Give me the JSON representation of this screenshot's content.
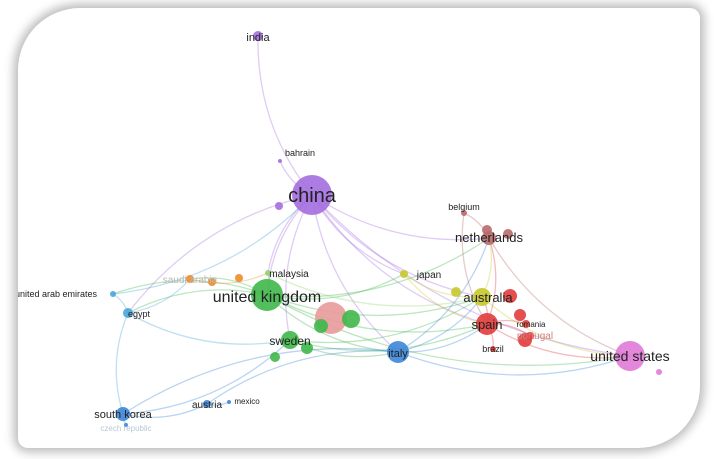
{
  "network": {
    "nodes": [
      {
        "id": "india",
        "label": "india",
        "color": "#a46ee0",
        "size": 5
      },
      {
        "id": "bahrain",
        "label": "bahrain",
        "color": "#a46ee0",
        "size": 2
      },
      {
        "id": "china",
        "label": "china",
        "color": "#a46ee0",
        "size": 20
      },
      {
        "id": "belgium",
        "label": "belgium",
        "color": "#b86a6a",
        "size": 3
      },
      {
        "id": "netherlands",
        "label": "netherlands",
        "color": "#b86a6a",
        "size": 7
      },
      {
        "id": "saudi arabia",
        "label": "saudi arabia",
        "color": "#f08b2a",
        "size": 4
      },
      {
        "id": "malaysia",
        "label": "malaysia",
        "color": "#8fd46a",
        "size": 3
      },
      {
        "id": "japan",
        "label": "japan",
        "color": "#c8c82e",
        "size": 4
      },
      {
        "id": "united arab emirates",
        "label": "united arab emirates",
        "color": "#4aa6d8",
        "size": 3
      },
      {
        "id": "united kingdom",
        "label": "united kingdom",
        "color": "#3fb84a",
        "size": 16
      },
      {
        "id": "australia",
        "label": "australia",
        "color": "#c8c82e",
        "size": 9
      },
      {
        "id": "egypt",
        "label": "egypt",
        "color": "#4aa6d8",
        "size": 5
      },
      {
        "id": "spain",
        "label": "spain",
        "color": "#e23c3c",
        "size": 11
      },
      {
        "id": "romania",
        "label": "romania",
        "color": "#e23c3c",
        "size": 4
      },
      {
        "id": "portugal",
        "label": "portugal",
        "color": "#e23c3c",
        "size": 4
      },
      {
        "id": "sweden",
        "label": "sweden",
        "color": "#3fb84a",
        "size": 9
      },
      {
        "id": "italy",
        "label": "italy",
        "color": "#3d86d8",
        "size": 11
      },
      {
        "id": "brazil",
        "label": "brazil",
        "color": "#e23c3c",
        "size": 3
      },
      {
        "id": "united states",
        "label": "united states",
        "color": "#e07ad6",
        "size": 15
      },
      {
        "id": "austria",
        "label": "austria",
        "color": "#3d86d8",
        "size": 4
      },
      {
        "id": "mexico",
        "label": "mexico",
        "color": "#3d86d8",
        "size": 2
      },
      {
        "id": "south korea",
        "label": "south korea",
        "color": "#3d86d8",
        "size": 7
      },
      {
        "id": "czech republic",
        "label": "czech republic",
        "color": "#3d86d8",
        "size": 2
      }
    ],
    "unlabeled_nodes": [
      {
        "color": "#e89a9a",
        "size": 16
      },
      {
        "color": "#3fb84a",
        "size": 9
      },
      {
        "color": "#3fb84a",
        "size": 7
      },
      {
        "color": "#3fb84a",
        "size": 6
      },
      {
        "color": "#3fb84a",
        "size": 5
      },
      {
        "color": "#a46ee0",
        "size": 4
      },
      {
        "color": "#f08b2a",
        "size": 4
      },
      {
        "color": "#f08b2a",
        "size": 4
      },
      {
        "color": "#b86a6a",
        "size": 5
      },
      {
        "color": "#b86a6a",
        "size": 5
      },
      {
        "color": "#e23c3c",
        "size": 7
      },
      {
        "color": "#e23c3c",
        "size": 6
      },
      {
        "color": "#e23c3c",
        "size": 7
      },
      {
        "color": "#c8c82e",
        "size": 5
      },
      {
        "color": "#e07ad6",
        "size": 3
      }
    ],
    "edges": [
      [
        "india",
        "china"
      ],
      [
        "bahrain",
        "china"
      ],
      [
        "china",
        "united kingdom"
      ],
      [
        "china",
        "sweden"
      ],
      [
        "china",
        "italy"
      ],
      [
        "china",
        "netherlands"
      ],
      [
        "china",
        "australia"
      ],
      [
        "china",
        "united states"
      ],
      [
        "china",
        "egypt"
      ],
      [
        "china",
        "malaysia"
      ],
      [
        "china",
        "spain"
      ],
      [
        "china",
        "japan"
      ],
      [
        "united kingdom",
        "australia"
      ],
      [
        "united kingdom",
        "spain"
      ],
      [
        "united kingdom",
        "italy"
      ],
      [
        "united kingdom",
        "netherlands"
      ],
      [
        "united kingdom",
        "japan"
      ],
      [
        "united kingdom",
        "united states"
      ],
      [
        "united kingdom",
        "egypt"
      ],
      [
        "united kingdom",
        "united arab emirates"
      ],
      [
        "united kingdom",
        "saudi arabia"
      ],
      [
        "united kingdom",
        "malaysia"
      ],
      [
        "sweden",
        "italy"
      ],
      [
        "sweden",
        "australia"
      ],
      [
        "sweden",
        "spain"
      ],
      [
        "italy",
        "spain"
      ],
      [
        "italy",
        "australia"
      ],
      [
        "italy",
        "united states"
      ],
      [
        "italy",
        "netherlands"
      ],
      [
        "italy",
        "austria"
      ],
      [
        "italy",
        "south korea"
      ],
      [
        "spain",
        "australia"
      ],
      [
        "spain",
        "united states"
      ],
      [
        "spain",
        "netherlands"
      ],
      [
        "australia",
        "netherlands"
      ],
      [
        "australia",
        "united states"
      ],
      [
        "netherlands",
        "belgium"
      ],
      [
        "netherlands",
        "united states"
      ],
      [
        "egypt",
        "south korea"
      ],
      [
        "egypt",
        "saudi arabia"
      ],
      [
        "egypt",
        "united arab emirates"
      ],
      [
        "south korea",
        "austria"
      ],
      [
        "south korea",
        "czech republic"
      ],
      [
        "austria",
        "mexico"
      ],
      [
        "japan",
        "australia"
      ],
      [
        "romania",
        "spain"
      ],
      [
        "portugal",
        "spain"
      ],
      [
        "brazil",
        "spain"
      ],
      [
        "saudi arabia",
        "malaysia"
      ],
      [
        "egypt",
        "sweden"
      ],
      [
        "united arab emirates",
        "china"
      ],
      [
        "south korea",
        "sweden"
      ],
      [
        "malaysia",
        "australia"
      ],
      [
        "japan",
        "spain"
      ],
      [
        "belgium",
        "spain"
      ]
    ]
  }
}
